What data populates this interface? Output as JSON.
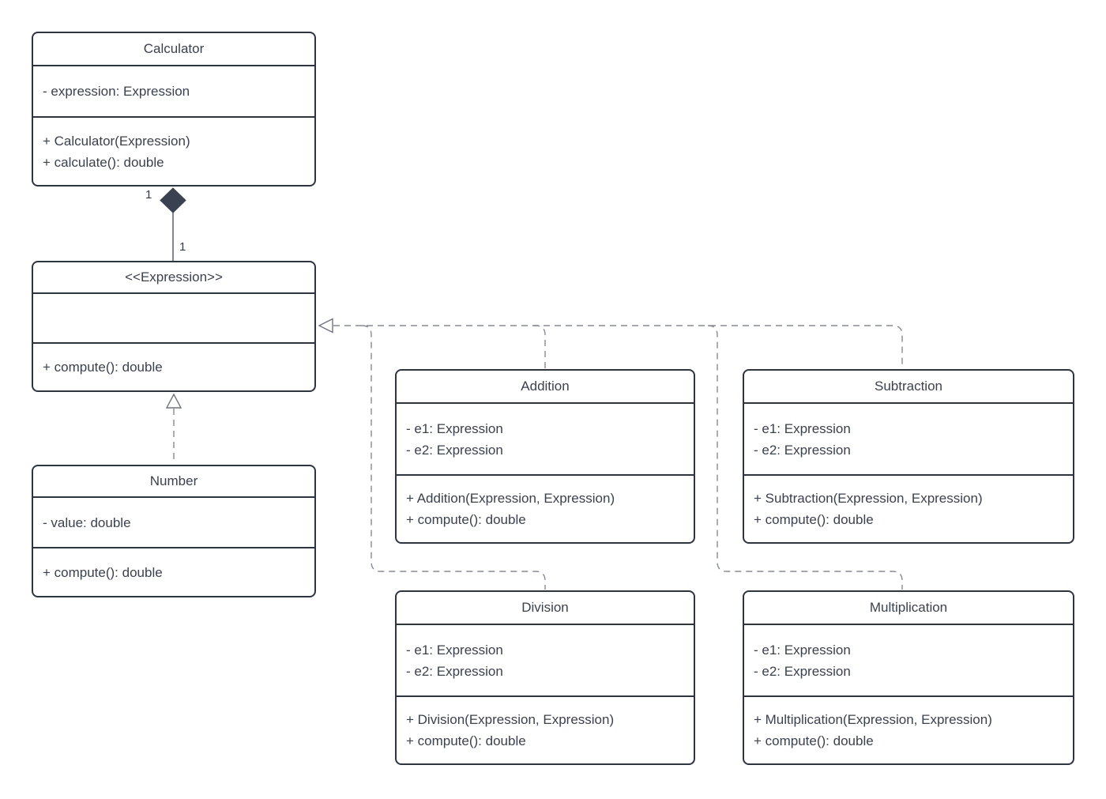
{
  "diagram": {
    "type": "uml-class-diagram",
    "colors": {
      "background": "#ffffff",
      "box_border": "#2d3442",
      "text": "#3a4150",
      "dashed_edge": "#858a94",
      "solid_edge": "#4d5463",
      "diamond_fill": "#3a4150"
    },
    "classes": [
      {
        "name": "Calculator",
        "attributes": [
          "- expression: Expression"
        ],
        "methods": [
          "+ Calculator(Expression)",
          "+ calculate(): double"
        ]
      },
      {
        "name": "<<Expression>>",
        "attributes": [],
        "methods": [
          "+ compute(): double"
        ]
      },
      {
        "name": "Number",
        "attributes": [
          "- value: double"
        ],
        "methods": [
          "+ compute(): double"
        ]
      },
      {
        "name": "Addition",
        "attributes": [
          "- e1: Expression",
          "- e2: Expression"
        ],
        "methods": [
          "+ Addition(Expression, Expression)",
          "+ compute(): double"
        ]
      },
      {
        "name": "Subtraction",
        "attributes": [
          "- e1: Expression",
          "- e2: Expression"
        ],
        "methods": [
          "+ Subtraction(Expression, Expression)",
          "+ compute(): double"
        ]
      },
      {
        "name": "Division",
        "attributes": [
          "- e1: Expression",
          "- e2: Expression"
        ],
        "methods": [
          "+ Division(Expression, Expression)",
          "+ compute(): double"
        ]
      },
      {
        "name": "Multiplication",
        "attributes": [
          "- e1: Expression",
          "- e2: Expression"
        ],
        "methods": [
          "+ Multiplication(Expression, Expression)",
          "+ compute(): double"
        ]
      }
    ],
    "relationships": [
      {
        "type": "composition",
        "from": "Calculator",
        "to": "Expression",
        "from_multiplicity": "1",
        "to_multiplicity": "1"
      },
      {
        "type": "realization",
        "from": "Number",
        "to": "Expression"
      },
      {
        "type": "realization",
        "from": "Addition",
        "to": "Expression"
      },
      {
        "type": "realization",
        "from": "Subtraction",
        "to": "Expression"
      },
      {
        "type": "realization",
        "from": "Division",
        "to": "Expression"
      },
      {
        "type": "realization",
        "from": "Multiplication",
        "to": "Expression"
      }
    ]
  }
}
